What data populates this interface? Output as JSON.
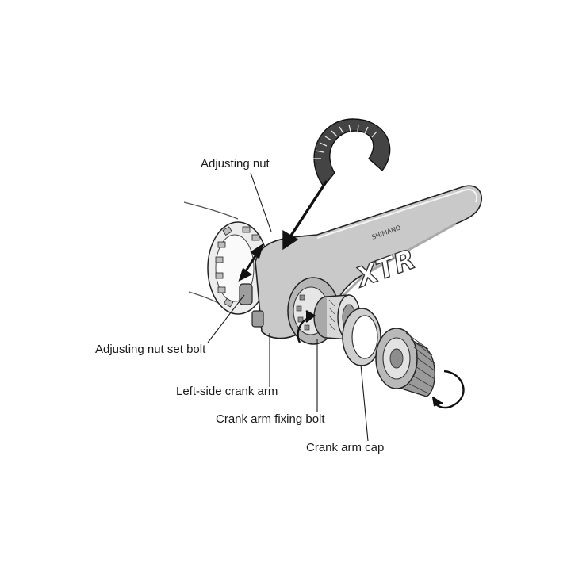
{
  "diagram": {
    "labels": {
      "adjusting_nut": "Adjusting nut",
      "adjusting_nut_set_bolt": "Adjusting nut set bolt",
      "left_side_crank_arm": "Left-side crank arm",
      "crank_arm_fixing_bolt": "Crank arm fixing bolt",
      "crank_arm_cap": "Crank arm cap"
    },
    "branding": {
      "brand": "SHIMANO",
      "model": "XTR"
    },
    "colors": {
      "crank_fill": "#c9c9c9",
      "crank_shade": "#a9a9a9",
      "line": "#1a1a1a",
      "tool_fill": "#4a4a4a"
    }
  }
}
